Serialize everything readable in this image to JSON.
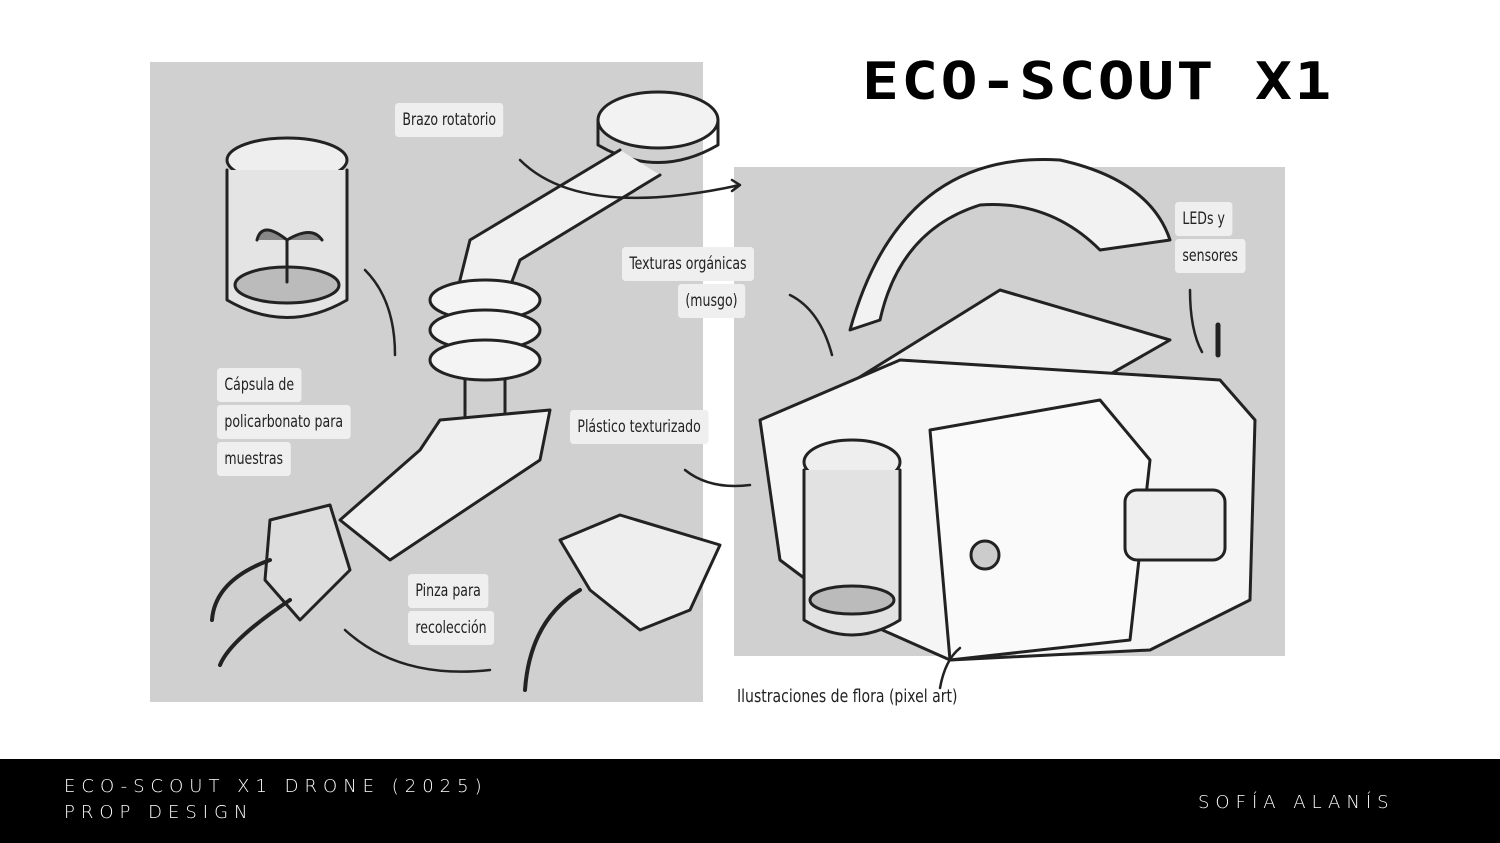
{
  "title": "ECO-SCOUT X1",
  "labels": {
    "arm": "Brazo rotatorio",
    "capsule": [
      "Cápsula de",
      "policarbonato para",
      "muestras"
    ],
    "gripper": [
      "Pinza para",
      "recolección"
    ],
    "textures": [
      "Texturas orgánicas",
      "(musgo)"
    ],
    "plastic": "Plástico texturizado",
    "leds": [
      "LEDs y",
      "sensores"
    ],
    "flora": "Ilustraciones de flora (pixel art)"
  },
  "footer": {
    "line1": "ECO-SCOUT X1 DRONE (2025)",
    "line2": "PROP DESIGN",
    "author": "SOFÍA ALANÍS"
  }
}
